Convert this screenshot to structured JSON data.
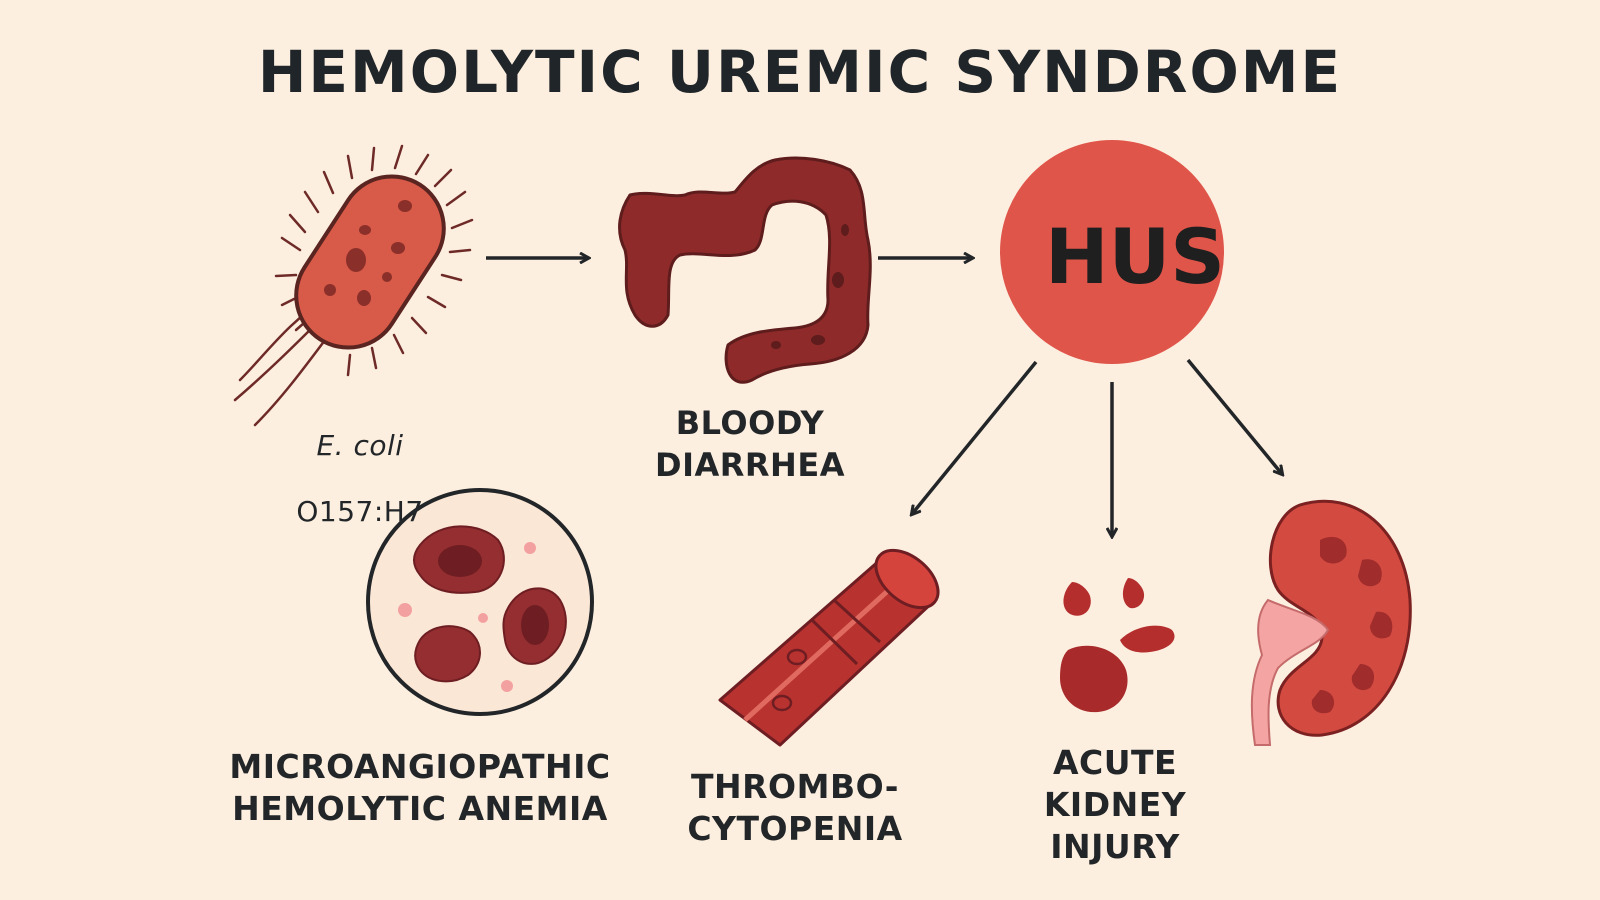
{
  "title": "HEMOLYTIC UREMIC SYNDROME",
  "center_node": "HUS",
  "nodes": {
    "ecoli": {
      "name_italic": "E. coli",
      "strain": "O157:H7"
    },
    "diarrhea": "BLOODY\nDIARRHEA",
    "anemia": "MICROANGIOPATHIC\nHEMOLYTIC ANEMIA",
    "thrombocytopenia": "THROMBO-\nCYTOPENIA",
    "aki": "ACUTE\nKIDNEY\nINJURY"
  },
  "colors": {
    "background": "#fcefe0",
    "hus_circle": "#e0554a",
    "dark_red": "#8e2a2a",
    "bacterium": "#d85a48",
    "ink": "#232628"
  },
  "icons": [
    "bacterium-icon",
    "colon-icon",
    "red-blood-cells-icon",
    "blood-vessel-icon",
    "blood-drops-icon",
    "kidney-icon"
  ]
}
